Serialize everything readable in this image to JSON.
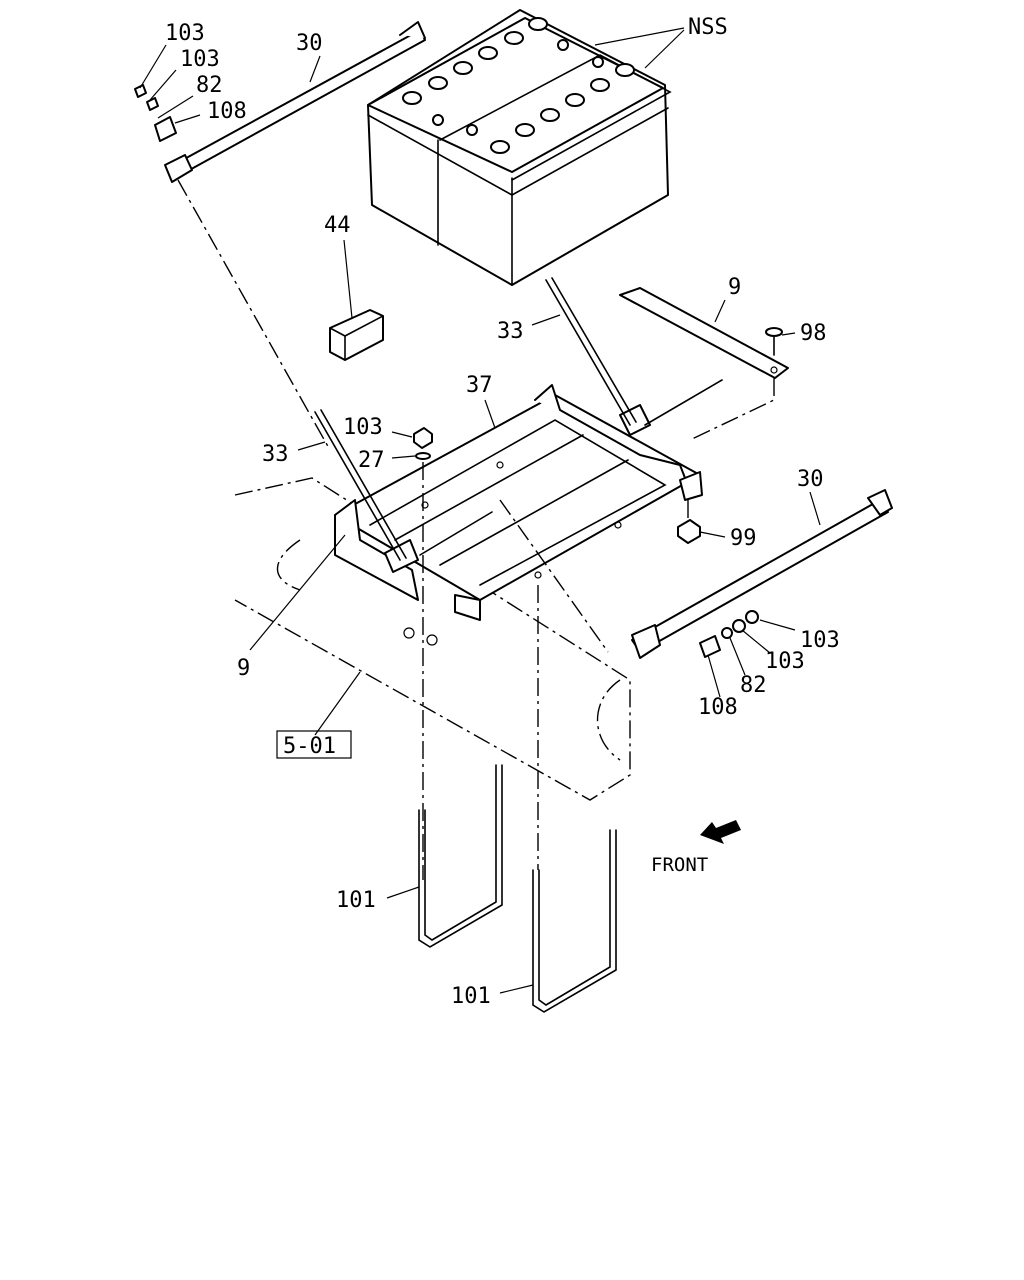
{
  "labels": {
    "nss": "NSS",
    "p103_a": "103",
    "p103_b": "103",
    "p82_a": "82",
    "p108_a": "108",
    "p30_a": "30",
    "p44": "44",
    "p9_a": "9",
    "p98": "98",
    "p33_a": "33",
    "p37": "37",
    "p103_c": "103",
    "p27": "27",
    "p33_b": "33",
    "p30_b": "30",
    "p99": "99",
    "p9_b": "9",
    "p103_d": "103",
    "p103_e": "103",
    "p82_b": "82",
    "p108_b": "108",
    "ref_501": "5-01",
    "p101_a": "101",
    "p101_b": "101",
    "front": "FRONT"
  },
  "colors": {
    "ink": "#000000",
    "paper": "#ffffff"
  }
}
